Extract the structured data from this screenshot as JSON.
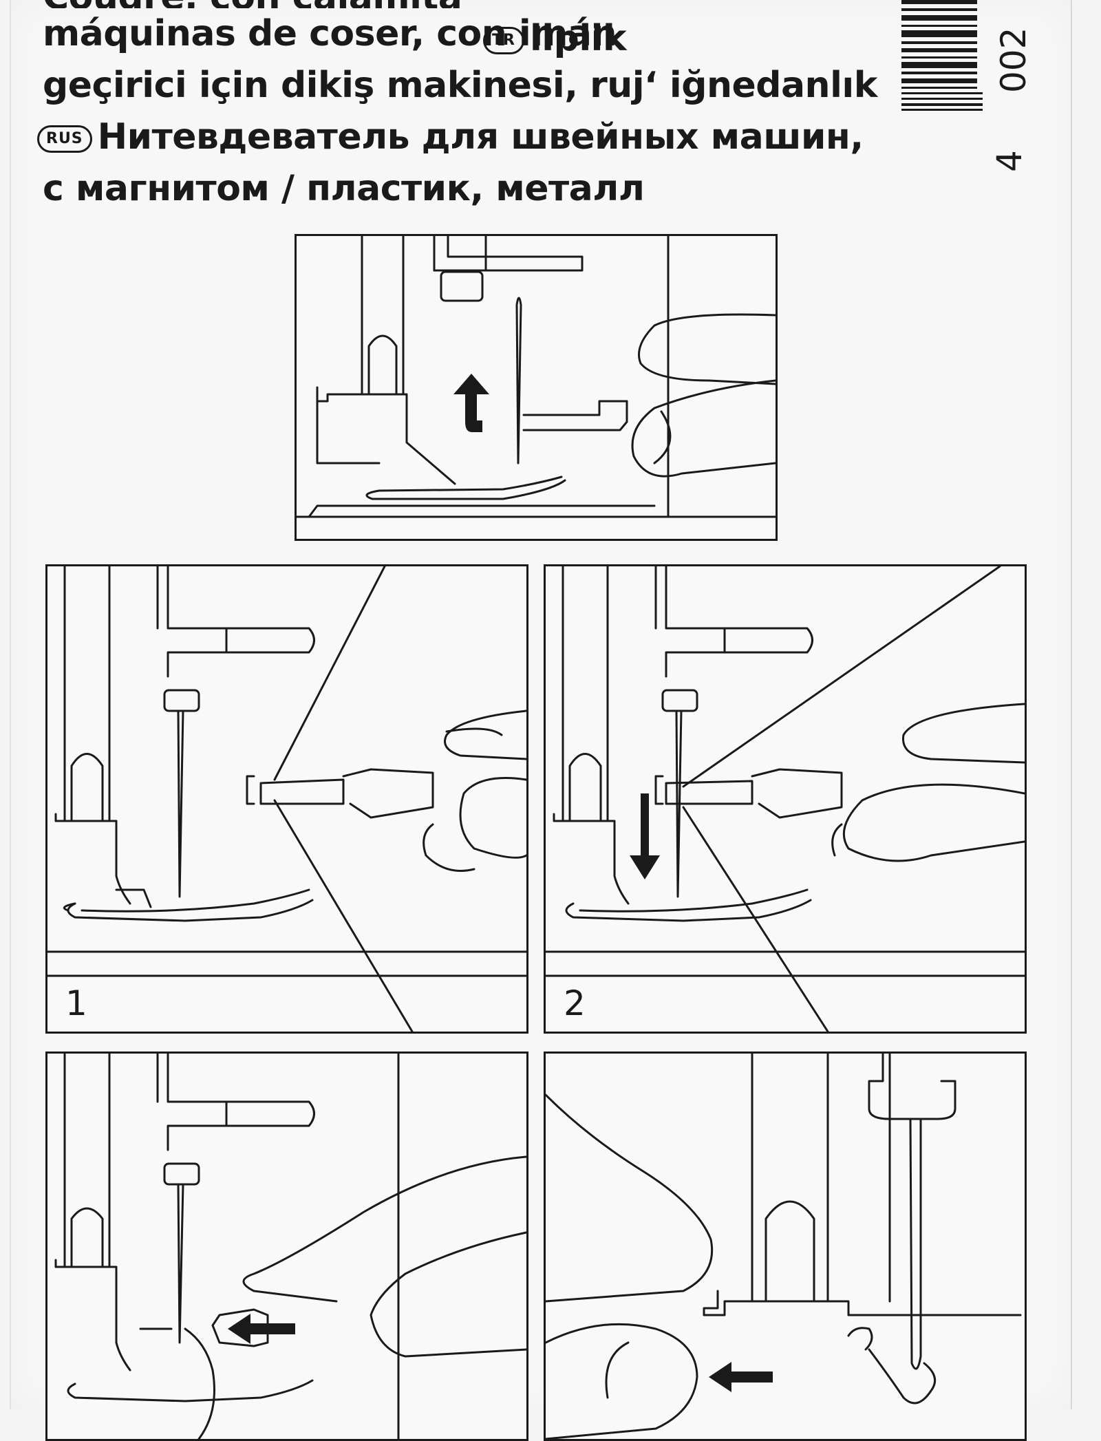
{
  "product_text": {
    "line_cut": "Coudre, con calamita",
    "line_es": "máquinas de coser, con imán",
    "badge_tr": "TR",
    "line_tr_a": "liplik",
    "line_tr_b": "geçirici için dikiş makinesi, ruj‘ iğnedanlık",
    "badge_rus": "RUS",
    "line_rus_a": "Нитевдеватель для швейных машин,",
    "line_rus_b": "с магнитом / пластик, металл"
  },
  "barcode": {
    "digit_a": "4",
    "digit_b": "002"
  },
  "steps": [
    {
      "number": "1"
    },
    {
      "number": "2"
    }
  ],
  "colors": {
    "ink": "#1a1a1a",
    "paper": "#f7f7f7"
  }
}
